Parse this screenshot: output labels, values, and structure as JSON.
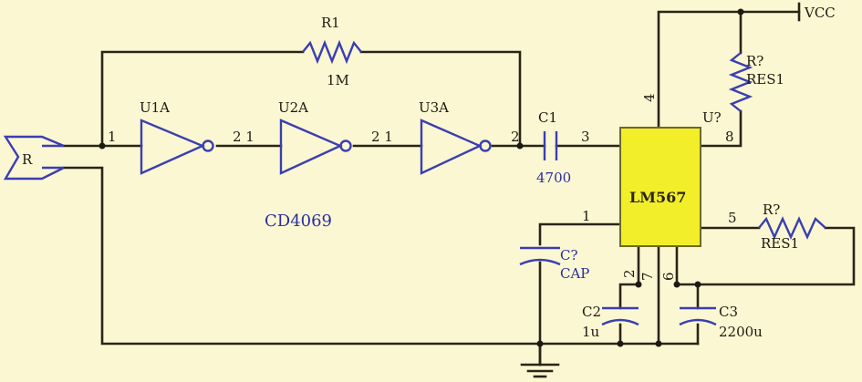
{
  "labels": {
    "r1_name": "R1",
    "r1_value": "1M",
    "u1_name": "U1A",
    "u2_name": "U2A",
    "u3_name": "U3A",
    "ic_family": "CD4069",
    "c1_name": "C1",
    "c1_value": "4700",
    "ic_name": "LM567",
    "ic_ref": "U?",
    "vcc": "VCC",
    "r_top_name": "R?",
    "r_top_value": "RES1",
    "r_mid_name": "R?",
    "r_mid_value": "RES1",
    "c_left_name": "C?",
    "c_left_value": "CAP",
    "c2_name": "C2",
    "c2_value": "1u",
    "c3_name": "C3",
    "c3_value": "2200u",
    "sensor": "R"
  },
  "pins": {
    "u1_in": "1",
    "u1_out_u2_in": "2 1",
    "u2_out_u3_in": "2 1",
    "u3_out": "2",
    "ic_pin3": "3",
    "ic_pin4": "4",
    "ic_pin8": "8",
    "ic_pin1": "1",
    "ic_pin5": "5",
    "ic_pin2": "2",
    "ic_pin7": "7",
    "ic_pin6": "6"
  },
  "colors": {
    "background": "#fbf7d2",
    "wire": "#2a2418",
    "component": "#3a3fb0",
    "ic_fill": "#f2ee2a"
  }
}
